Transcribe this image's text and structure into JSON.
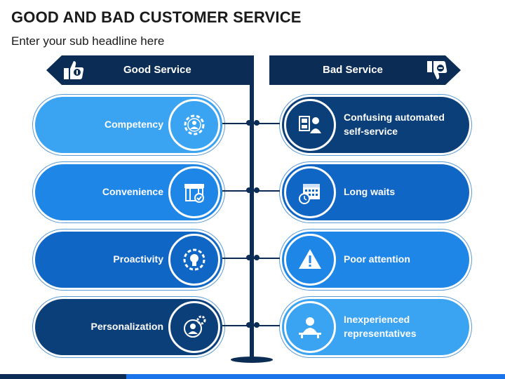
{
  "title": "GOOD AND BAD CUSTOMER SERVICE",
  "subtitle": "Enter your sub headline here",
  "good": {
    "label": "Good Service",
    "icon": "thumbs-up-icon",
    "items": [
      {
        "label": "Competency",
        "icon": "gear-person-icon",
        "color": "#3aa3f2"
      },
      {
        "label": "Convenience",
        "icon": "store-check-icon",
        "color": "#1e86e6"
      },
      {
        "label": "Proactivity",
        "icon": "gear-bulb-icon",
        "color": "#1066c4"
      },
      {
        "label": "Personalization",
        "icon": "person-gear-icon",
        "color": "#0b3f7a"
      }
    ]
  },
  "bad": {
    "label": "Bad Service",
    "icon": "thumbs-down-icon",
    "items": [
      {
        "label": "Confusing automated self-service",
        "icon": "kiosk-person-icon",
        "color": "#0b3f7a"
      },
      {
        "label": "Long waits",
        "icon": "calendar-clock-icon",
        "color": "#1066c4"
      },
      {
        "label": "Poor attention",
        "icon": "warning-icon",
        "color": "#1e86e6"
      },
      {
        "label": "Inexperienced representatives",
        "icon": "person-desk-icon",
        "color": "#3aa3f2"
      }
    ]
  },
  "colors": {
    "navy": "#0b2d55",
    "outline": "#5b9bd5"
  }
}
